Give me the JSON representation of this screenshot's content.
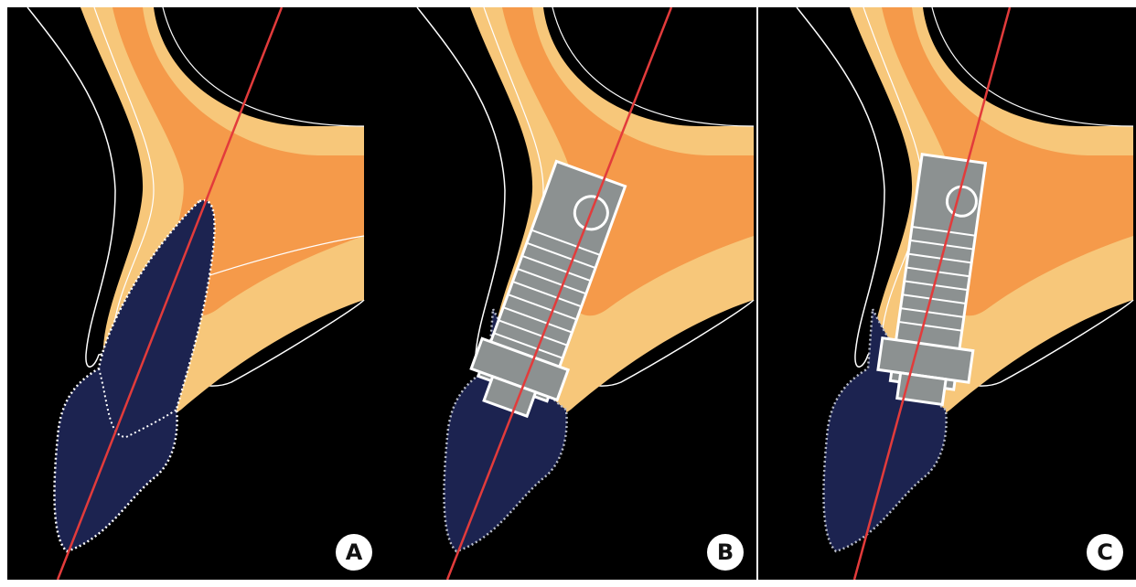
{
  "panels": [
    {
      "label": "A",
      "implant": false
    },
    {
      "label": "B",
      "implant": true
    },
    {
      "label": "C",
      "implant": true
    }
  ],
  "colors": {
    "background": "#000000",
    "cortical_bone": "#f7c77a",
    "cancellous_bone": "#f59a4a",
    "tooth": "#1c2350",
    "implant": "#8c9191",
    "axis_line": "#e23b3b",
    "outline": "#ffffff"
  }
}
